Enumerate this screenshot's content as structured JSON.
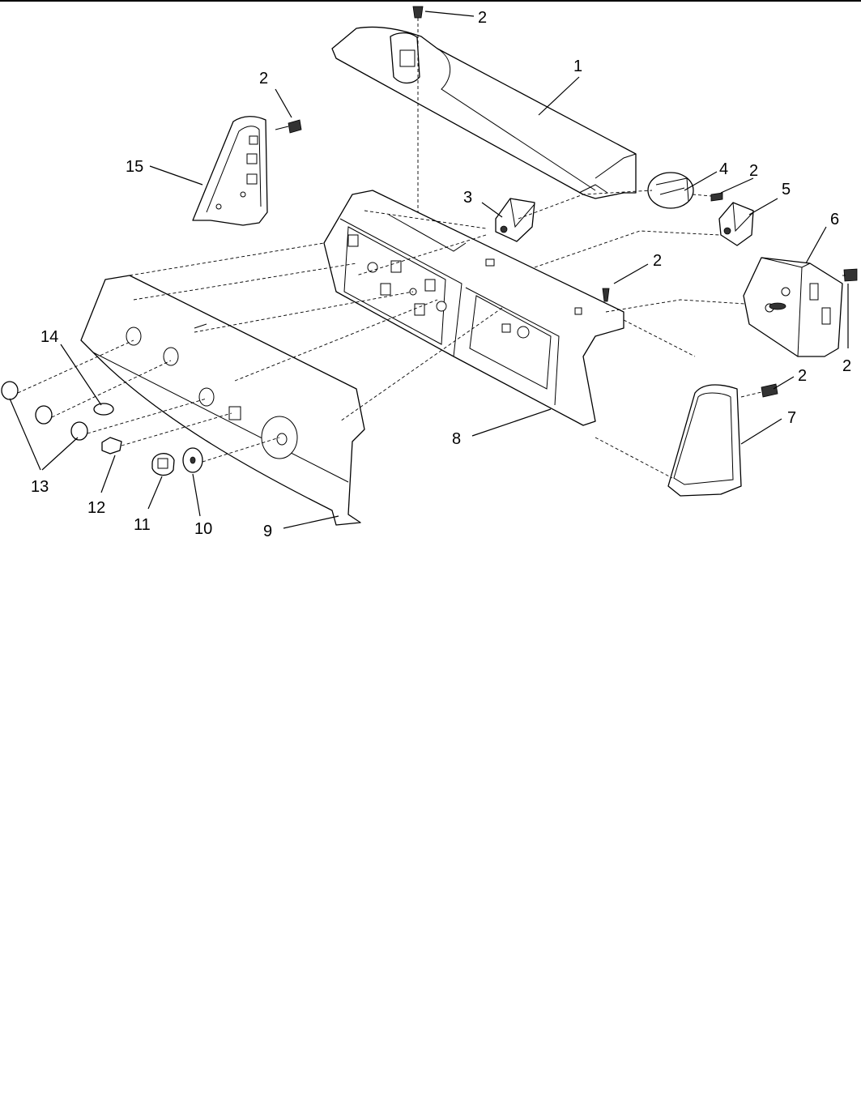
{
  "diagram": {
    "callouts": [
      {
        "id": "c2-top",
        "label": "2"
      },
      {
        "id": "c1",
        "label": "1"
      },
      {
        "id": "c2-left",
        "label": "2"
      },
      {
        "id": "c15",
        "label": "15"
      },
      {
        "id": "c3",
        "label": "3"
      },
      {
        "id": "c4",
        "label": "4"
      },
      {
        "id": "c2-right",
        "label": "2"
      },
      {
        "id": "c5",
        "label": "5"
      },
      {
        "id": "c6",
        "label": "6"
      },
      {
        "id": "c2-mid",
        "label": "2"
      },
      {
        "id": "c2-far",
        "label": "2"
      },
      {
        "id": "c2-lower",
        "label": "2"
      },
      {
        "id": "c7",
        "label": "7"
      },
      {
        "id": "c14",
        "label": "14"
      },
      {
        "id": "c8",
        "label": "8"
      },
      {
        "id": "c13",
        "label": "13"
      },
      {
        "id": "c12",
        "label": "12"
      },
      {
        "id": "c11",
        "label": "11"
      },
      {
        "id": "c10",
        "label": "10"
      },
      {
        "id": "c9",
        "label": "9"
      }
    ]
  }
}
